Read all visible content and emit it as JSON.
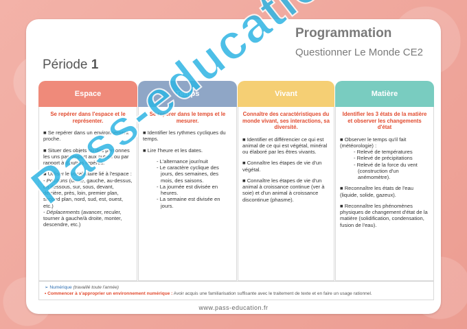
{
  "header": {
    "title": "Programmation",
    "subtitle": "Questionner Le Monde CE2",
    "periode_label": "Période",
    "periode_num": "1"
  },
  "columns": {
    "espace": {
      "head": "Espace",
      "section": "Se repérer dans l'espace et le représenter.",
      "b1": "■ Se repérer dans un environnement proche.",
      "b2": "■ Situer des objets ou des personnes les uns par rapport aux autres ou par rapport à d'autres repères.",
      "b3": "■ Utiliser le vocabulaire lié à l'espace :",
      "b4_label": "- Positions",
      "b4_text": " (droite, gauche, au-dessus, en dessous, sur, sous, devant, derrière, près, loin, premier plan, second plan, nord, sud, est, ouest, etc.)",
      "b5_label": "- Déplacements",
      "b5_text": " (avancer, reculer, tourner à gauche/à droite, monter, descendre, etc.)"
    },
    "temps": {
      "head": "Temps",
      "section": "Se repérer dans le temps et le mesurer.",
      "b1": "■ Identifier les rythmes cycliques du temps.",
      "b2": "■ Lire l'heure et les dates.",
      "s1": "- L'alternance jour/nuit",
      "s2": "- Le caractère cyclique des jours, des semaines, des mois, des saisons.",
      "s3": "- La journée est divisée en heures.",
      "s4": "- La semaine est divisée en jours."
    },
    "vivant": {
      "head": "Vivant",
      "section": "Connaître des caractéristiques du monde vivant, ses interactions, sa diversité.",
      "b1": "■ Identifier et différencier ce qui est animal de ce qui est végétal, minéral ou élaboré par les êtres vivants.",
      "b2": "■ Connaître les étapes de vie d'un végétal.",
      "b3": "■ Connaître les étapes de vie d'un animal à croissance continue (ver à soie) et d'un animal à croissance discontinue (phasme)."
    },
    "matiere": {
      "head": "Matière",
      "section": "Identifier les 3 états de la matière et observer les changements d'état",
      "b1": "■ Observer le temps qu'il fait (météorologie) :",
      "s1": "- Relevé de températures",
      "s2": "- Relevé de précipitations",
      "s3": "- Relevé de la force du vent (construction d'un anémomètre).",
      "b2": "■ Reconnaître les états de l'eau (liquide, solide, gazeux).",
      "b3": "■ Reconnaître les phénomènes physiques de changement d'état de la matière (solidification, condensation, fusion de l'eau)."
    }
  },
  "footer": {
    "line1_label": "➢ Numérique",
    "line1_note": " (travaillé toute l'année)",
    "line2_label": "• Commencer à s'approprier un environnement numérique :",
    "line2_text": " Avoir acquis une familiarisation suffisante avec le traitement de texte et en faire un usage rationnel."
  },
  "site": "www.pass-education.fr",
  "watermark": "Pass-education",
  "colors": {
    "espace": "#ef8a7a",
    "temps": "#8fa6c6",
    "vivant": "#f5cf74",
    "matiere": "#79ccc0",
    "accent_red": "#e14a2e",
    "watermark": "#2fb5e3"
  }
}
